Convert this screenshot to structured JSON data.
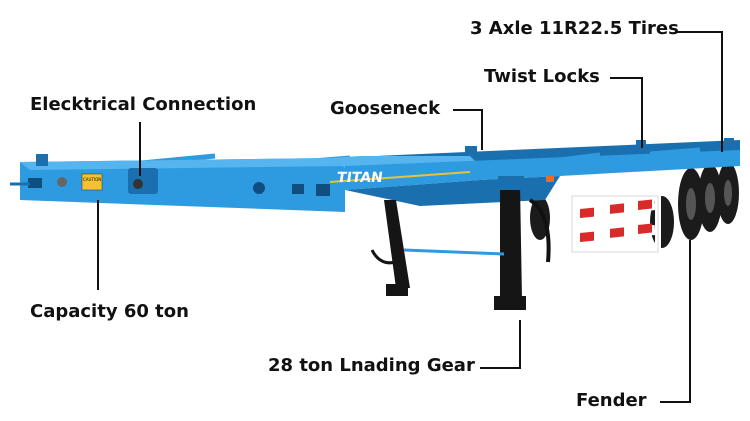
{
  "labels": {
    "tires": "3 Axle 11R22.5 Tires",
    "twist_locks": "Twist Locks",
    "electrical": "Elecktrical Connection",
    "gooseneck": "Gooseneck",
    "capacity": "Capacity 60 ton",
    "landing_gear": "28 ton Lnading Gear",
    "fender": "Fender"
  },
  "brand": "TITAN",
  "decal": "CAUTION",
  "colors": {
    "frame": "#2e9be0",
    "frame_dark": "#1a6fae",
    "tire": "#1b1b1b",
    "leg": "#151515",
    "fender_red": "#d92a2a",
    "text": "#111111"
  }
}
